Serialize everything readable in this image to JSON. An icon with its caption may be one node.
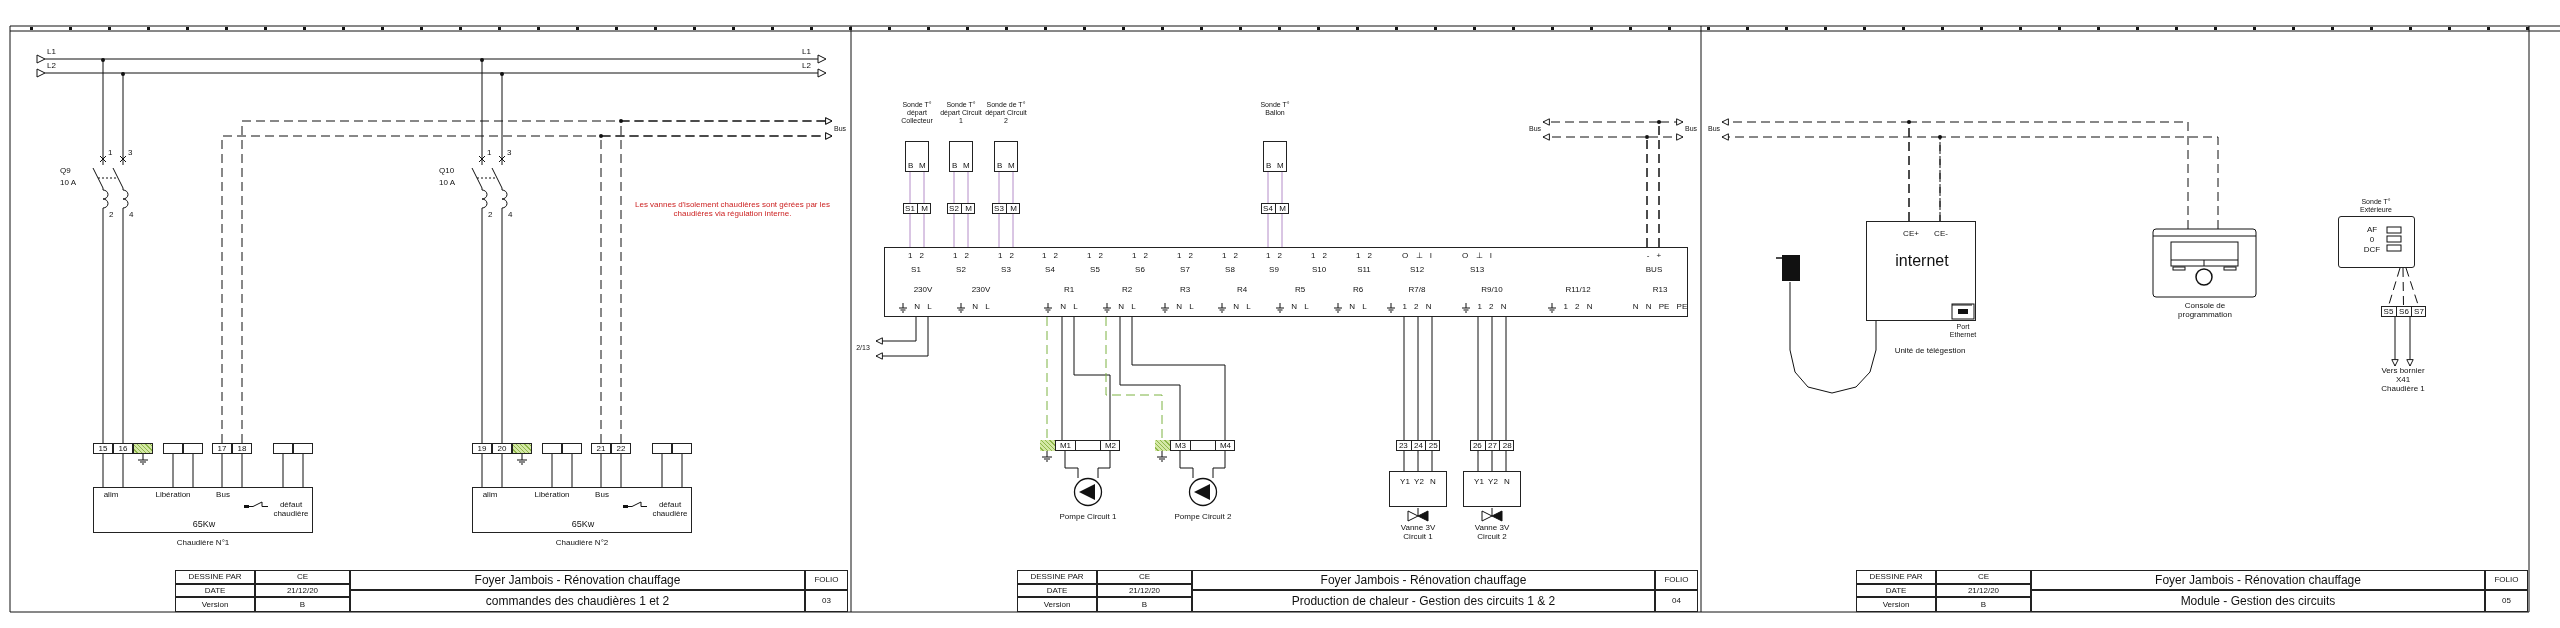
{
  "diagram": {
    "nodes": [
      {
        "text": [
          "Q9",
          "10 A",
          "1",
          "3",
          "2",
          "4"
        ]
      },
      {
        "text": [
          "15"
        ]
      },
      {
        "text": [
          "16"
        ]
      },
      {
        "text": [],
        "shape": "box"
      },
      {
        "text": [],
        "shape": "box"
      },
      {
        "text": [
          "17"
        ]
      },
      {
        "text": [
          "18"
        ]
      },
      {
        "text": [],
        "shape": "box"
      },
      {
        "text": [],
        "shape": "box"
      },
      {
        "text": [
          "alim",
          "Libération",
          "Bus",
          "défaut chaudière",
          "65Kw"
        ],
        "beside": [
          "Chaudière N°1"
        ]
      },
      {
        "text": [
          "Q10",
          "10 A",
          "1",
          "3",
          "2",
          "4"
        ]
      },
      {
        "text": [
          "19"
        ]
      },
      {
        "text": [
          "20"
        ]
      },
      {
        "text": [],
        "shape": "box"
      },
      {
        "text": [],
        "shape": "box"
      },
      {
        "text": [
          "21"
        ]
      },
      {
        "text": [
          "22"
        ]
      },
      {
        "text": [],
        "shape": "box"
      },
      {
        "text": [],
        "shape": "box"
      },
      {
        "text": [
          "alim",
          "Libération",
          "Bus",
          "défaut chaudière",
          "65Kw"
        ],
        "beside": [
          "Chaudière N°2"
        ]
      },
      {
        "text": [
          "Sonde T° départ Collecteur",
          "B",
          "M"
        ]
      },
      {
        "text": [
          "Sonde T° départ Circuit 1",
          "B",
          "M"
        ]
      },
      {
        "text": [
          "Sonde de T° départ Circuit 2",
          "B",
          "M"
        ]
      },
      {
        "text": [
          "Sonde T° Ballon",
          "B",
          "M"
        ]
      },
      {
        "text": [
          "S1",
          "M"
        ]
      },
      {
        "text": [
          "S2",
          "M"
        ]
      },
      {
        "text": [
          "S3",
          "M"
        ]
      },
      {
        "text": [
          "S4",
          "M"
        ]
      },
      {
        "text": [
          "1 2",
          "S1",
          "1 2",
          "S2",
          "1 2",
          "S3",
          "1 2",
          "S4",
          "1 2",
          "S5",
          "1 2",
          "S6",
          "1 2",
          "S7",
          "1 2",
          "S8",
          "1 2",
          "S9",
          "1 2",
          "S10",
          "1 2",
          "S11",
          "O ⊥ I",
          "S12",
          "O ⊥ I",
          "S13",
          "- +",
          "BUS",
          "230V",
          "N L",
          "230V",
          "N L",
          "R1",
          "N L",
          "R2",
          "N L",
          "R3",
          "N L",
          "R4",
          "N L",
          "R5",
          "N L",
          "R6",
          "N L",
          "R7/8",
          "1 2 N",
          "R9/10",
          "1 2 N",
          "R11/12",
          "1 2 N",
          "R13",
          "N N PE PE"
        ]
      },
      {
        "text": [
          "M1",
          "M2"
        ]
      },
      {
        "text": [
          "Pompe Circuit 1"
        ]
      },
      {
        "text": [
          "M3",
          "M4"
        ]
      },
      {
        "text": [
          "Pompe Circuit 2"
        ]
      },
      {
        "text": [
          "23",
          "24",
          "25"
        ]
      },
      {
        "text": [
          "Y1",
          "Y2",
          "N",
          "Vanne 3V Circuit 1"
        ]
      },
      {
        "text": [
          "26",
          "27",
          "28"
        ]
      },
      {
        "text": [
          "Y1",
          "Y2",
          "N",
          "Vanne 3V Circuit 2"
        ]
      },
      {
        "text": [],
        "shape": "box"
      },
      {
        "text": [
          "CE+",
          "CE-",
          "internet"
        ],
        "beside": [
          "Port Ethernet",
          "Unité de télégestion"
        ]
      },
      {
        "text": [
          "Console de programmation"
        ]
      },
      {
        "text": [
          "Sonde T° Extérieure",
          "AF",
          "0",
          "DCF"
        ]
      },
      {
        "text": [
          "S5",
          "S6",
          "S7"
        ]
      },
      {
        "text": [
          "Vers bornier X41 Chaudière 1"
        ]
      },
      {
        "text": [
          "Bus"
        ]
      },
      {
        "text": [
          "Bus"
        ]
      },
      {
        "text": [
          "Bus"
        ]
      },
      {
        "text": [
          "Bus"
        ]
      },
      {
        "text": [
          "2/13"
        ]
      },
      {
        "text": [
          "L1",
          "L1"
        ]
      },
      {
        "text": [
          "L2",
          "L2"
        ]
      }
    ],
    "edges": [
      {
        "from": 0,
        "to": 1,
        "arrow": "none"
      },
      {
        "from": 0,
        "to": 2,
        "arrow": "none"
      },
      {
        "from": 1,
        "to": 9,
        "arrow": "none"
      },
      {
        "from": 2,
        "to": 9,
        "arrow": "none"
      },
      {
        "from": 3,
        "to": 9,
        "arrow": "none"
      },
      {
        "from": 4,
        "to": 9,
        "arrow": "none"
      },
      {
        "from": 5,
        "to": 9,
        "arrow": "none"
      },
      {
        "from": 6,
        "to": 9,
        "arrow": "none"
      },
      {
        "from": 7,
        "to": 9,
        "arrow": "none"
      },
      {
        "from": 8,
        "to": 9,
        "arrow": "none"
      },
      {
        "from": 5,
        "to": 43,
        "arrow": "to",
        "style": "dashed"
      },
      {
        "from": 6,
        "to": 43,
        "arrow": "to",
        "style": "dashed"
      },
      {
        "from": 10,
        "to": 11,
        "arrow": "none"
      },
      {
        "from": 10,
        "to": 12,
        "arrow": "none"
      },
      {
        "from": 11,
        "to": 19,
        "arrow": "none"
      },
      {
        "from": 12,
        "to": 19,
        "arrow": "none"
      },
      {
        "from": 13,
        "to": 19,
        "arrow": "none"
      },
      {
        "from": 14,
        "to": 19,
        "arrow": "none"
      },
      {
        "from": 15,
        "to": 19,
        "arrow": "none"
      },
      {
        "from": 16,
        "to": 19,
        "arrow": "none"
      },
      {
        "from": 17,
        "to": 19,
        "arrow": "none"
      },
      {
        "from": 18,
        "to": 19,
        "arrow": "none"
      },
      {
        "from": 15,
        "to": 43,
        "arrow": "to",
        "style": "dashed"
      },
      {
        "from": 16,
        "to": 43,
        "arrow": "to",
        "style": "dashed"
      },
      {
        "from": 20,
        "to": 24,
        "arrow": "none",
        "color": "#b48cc8"
      },
      {
        "from": 20,
        "to": 24,
        "arrow": "none",
        "color": "#b48cc8"
      },
      {
        "from": 24,
        "to": 28,
        "arrow": "none",
        "color": "#b48cc8"
      },
      {
        "from": 24,
        "to": 28,
        "arrow": "none",
        "color": "#b48cc8"
      },
      {
        "from": 21,
        "to": 25,
        "arrow": "none",
        "color": "#b48cc8"
      },
      {
        "from": 21,
        "to": 25,
        "arrow": "none",
        "color": "#b48cc8"
      },
      {
        "from": 25,
        "to": 28,
        "arrow": "none",
        "color": "#b48cc8"
      },
      {
        "from": 25,
        "to": 28,
        "arrow": "none",
        "color": "#b48cc8"
      },
      {
        "from": 22,
        "to": 26,
        "arrow": "none",
        "color": "#b48cc8"
      },
      {
        "from": 22,
        "to": 26,
        "arrow": "none",
        "color": "#b48cc8"
      },
      {
        "from": 26,
        "to": 28,
        "arrow": "none",
        "color": "#b48cc8"
      },
      {
        "from": 26,
        "to": 28,
        "arrow": "none",
        "color": "#b48cc8"
      },
      {
        "from": 23,
        "to": 27,
        "arrow": "none",
        "color": "#b48cc8"
      },
      {
        "from": 23,
        "to": 27,
        "arrow": "none",
        "color": "#b48cc8"
      },
      {
        "from": 27,
        "to": 28,
        "arrow": "none",
        "color": "#b48cc8"
      },
      {
        "from": 27,
        "to": 28,
        "arrow": "none",
        "color": "#b48cc8"
      },
      {
        "from": 28,
        "to": 47,
        "arrow": "to"
      },
      {
        "from": 28,
        "to": 47,
        "arrow": "to"
      },
      {
        "from": 28,
        "to": 29,
        "arrow": "none",
        "style": "dashed",
        "color": "#7cb342"
      },
      {
        "from": 28,
        "to": 29,
        "arrow": "none"
      },
      {
        "from": 28,
        "to": 29,
        "arrow": "none"
      },
      {
        "from": 29,
        "to": 30,
        "arrow": "none"
      },
      {
        "from": 29,
        "to": 30,
        "arrow": "none"
      },
      {
        "from": 28,
        "to": 31,
        "arrow": "none",
        "style": "dashed",
        "color": "#7cb342"
      },
      {
        "from": 28,
        "to": 31,
        "arrow": "none"
      },
      {
        "from": 28,
        "to": 31,
        "arrow": "none"
      },
      {
        "from": 31,
        "to": 32,
        "arrow": "none"
      },
      {
        "from": 31,
        "to": 32,
        "arrow": "none"
      },
      {
        "from": 28,
        "to": 33,
        "arrow": "none"
      },
      {
        "from": 28,
        "to": 33,
        "arrow": "none"
      },
      {
        "from": 28,
        "to": 33,
        "arrow": "none"
      },
      {
        "from": 33,
        "to": 34,
        "arrow": "none"
      },
      {
        "from": 33,
        "to": 34,
        "arrow": "none"
      },
      {
        "from": 33,
        "to": 34,
        "arrow": "none"
      },
      {
        "from": 28,
        "to": 35,
        "arrow": "none"
      },
      {
        "from": 28,
        "to": 35,
        "arrow": "none"
      },
      {
        "from": 28,
        "to": 35,
        "arrow": "none"
      },
      {
        "from": 35,
        "to": 36,
        "arrow": "none"
      },
      {
        "from": 35,
        "to": 36,
        "arrow": "none"
      },
      {
        "from": 35,
        "to": 36,
        "arrow": "none"
      },
      {
        "from": 28,
        "to": 44,
        "arrow": "to",
        "style": "dashed"
      },
      {
        "from": 28,
        "to": 44,
        "arrow": "to",
        "style": "dashed"
      },
      {
        "from": 28,
        "to": 45,
        "arrow": "to",
        "style": "dashed"
      },
      {
        "from": 28,
        "to": 45,
        "arrow": "to",
        "style": "dashed"
      },
      {
        "from": 38,
        "to": 46,
        "arrow": "to",
        "style": "dashed"
      },
      {
        "from": 38,
        "to": 46,
        "arrow": "to",
        "style": "dashed"
      },
      {
        "from": 39,
        "to": 38,
        "arrow": "none",
        "style": "dashed"
      },
      {
        "from": 39,
        "to": 38,
        "arrow": "none",
        "style": "dashed"
      },
      {
        "from": 37,
        "to": 38,
        "arrow": "none"
      },
      {
        "from": 40,
        "to": 41,
        "arrow": "none",
        "style": "dashed"
      },
      {
        "from": 40,
        "to": 41,
        "arrow": "none",
        "style": "dashed"
      },
      {
        "from": 40,
        "to": 41,
        "arrow": "none",
        "style": "dashed"
      },
      {
        "from": 41,
        "to": 42,
        "arrow": "to"
      },
      {
        "from": 41,
        "to": 42,
        "arrow": "to"
      },
      {
        "from": 48,
        "to": 0,
        "arrow": "other"
      },
      {
        "from": 49,
        "to": 0,
        "arrow": "other"
      },
      {
        "from": 48,
        "to": 10,
        "arrow": "other"
      },
      {
        "from": 49,
        "to": 10,
        "arrow": "other"
      }
    ],
    "labels": [
      "Les vannes d'isolement chaudières sont gérées par les chaudières via régulation interne.",
      "DESSINE PAR",
      "CE",
      "Foyer Jambois - Rénovation chauffage",
      "FOLIO",
      "DATE",
      "21/12/20",
      "commandes des chaudières 1 et 2",
      "Version",
      "B",
      "03",
      "DESSINE PAR",
      "CE",
      "Foyer Jambois - Rénovation chauffage",
      "FOLIO",
      "DATE",
      "21/12/20",
      "Production de chaleur - Gestion des circuits 1 & 2",
      "Version",
      "B",
      "04",
      "DESSINE PAR",
      "CE",
      "Foyer Jambois - Rénovation chauffage",
      "FOLIO",
      "DATE",
      "21/12/20",
      "Module - Gestion des circuits",
      "Version",
      "B",
      "05"
    ]
  }
}
